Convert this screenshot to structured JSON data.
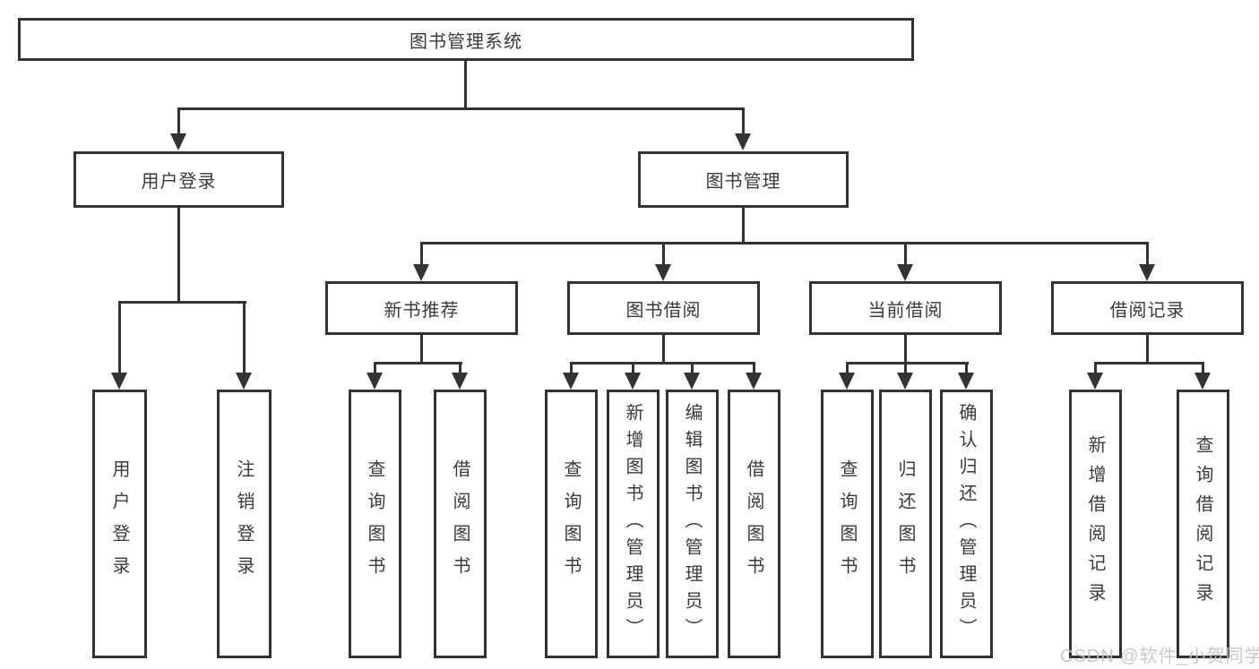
{
  "diagram": {
    "root_label": "图书管理系统",
    "login_branch": {
      "label": "用户登录",
      "children": [
        {
          "label": "用户登录"
        },
        {
          "label": "注销登录"
        }
      ]
    },
    "management_branch": {
      "label": "图书管理",
      "sections": [
        {
          "label": "新书推荐",
          "children": [
            {
              "label": "查询图书"
            },
            {
              "label": "借阅图书"
            }
          ]
        },
        {
          "label": "图书借阅",
          "children": [
            {
              "label": "查询图书"
            },
            {
              "label": "新增图书（管理员）"
            },
            {
              "label": "编辑图书（管理员）"
            },
            {
              "label": "借阅图书"
            }
          ]
        },
        {
          "label": "当前借阅",
          "children": [
            {
              "label": "查询图书"
            },
            {
              "label": "归还图书"
            },
            {
              "label": "确认归还（管理员）"
            }
          ]
        },
        {
          "label": "借阅记录",
          "children": [
            {
              "label": "新增借阅记录"
            },
            {
              "label": "查询借阅记录"
            }
          ]
        }
      ]
    }
  },
  "colors": {
    "line": "#333333",
    "watermark": "#c3c3c3"
  },
  "watermark": {
    "text": "CSDN @软件_小贺同学"
  }
}
